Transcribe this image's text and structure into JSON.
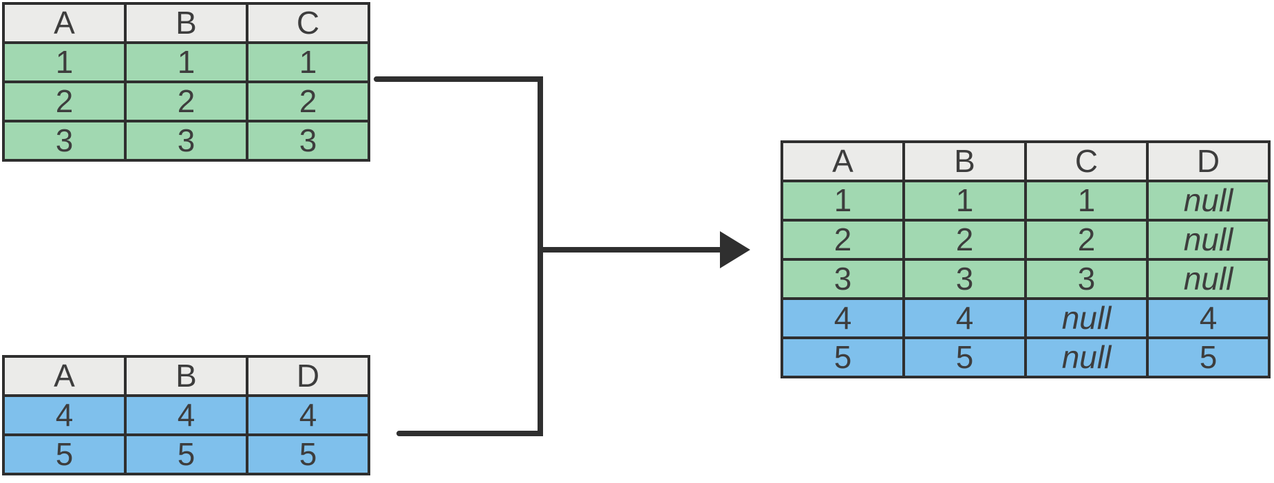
{
  "colors": {
    "line": "#2f2f2f",
    "text": "#3d3d3d",
    "header_bg": "#ebebe9",
    "green": "#a1d8b1",
    "blue": "#7fc0ec"
  },
  "null_label": "null",
  "tables": {
    "source_top": {
      "columns": [
        "A",
        "B",
        "C"
      ],
      "rows": [
        {
          "variant": "green",
          "cells": [
            "1",
            "1",
            "1"
          ]
        },
        {
          "variant": "green",
          "cells": [
            "2",
            "2",
            "2"
          ]
        },
        {
          "variant": "green",
          "cells": [
            "3",
            "3",
            "3"
          ]
        }
      ]
    },
    "source_bottom": {
      "columns": [
        "A",
        "B",
        "D"
      ],
      "rows": [
        {
          "variant": "blue",
          "cells": [
            "4",
            "4",
            "4"
          ]
        },
        {
          "variant": "blue",
          "cells": [
            "5",
            "5",
            "5"
          ]
        }
      ]
    },
    "result": {
      "columns": [
        "A",
        "B",
        "C",
        "D"
      ],
      "rows": [
        {
          "variant": "green",
          "cells": [
            "1",
            "1",
            "1",
            "null"
          ]
        },
        {
          "variant": "green",
          "cells": [
            "2",
            "2",
            "2",
            "null"
          ]
        },
        {
          "variant": "green",
          "cells": [
            "3",
            "3",
            "3",
            "null"
          ]
        },
        {
          "variant": "blue",
          "cells": [
            "4",
            "4",
            "null",
            "4"
          ]
        },
        {
          "variant": "blue",
          "cells": [
            "5",
            "5",
            "null",
            "5"
          ]
        }
      ]
    }
  }
}
